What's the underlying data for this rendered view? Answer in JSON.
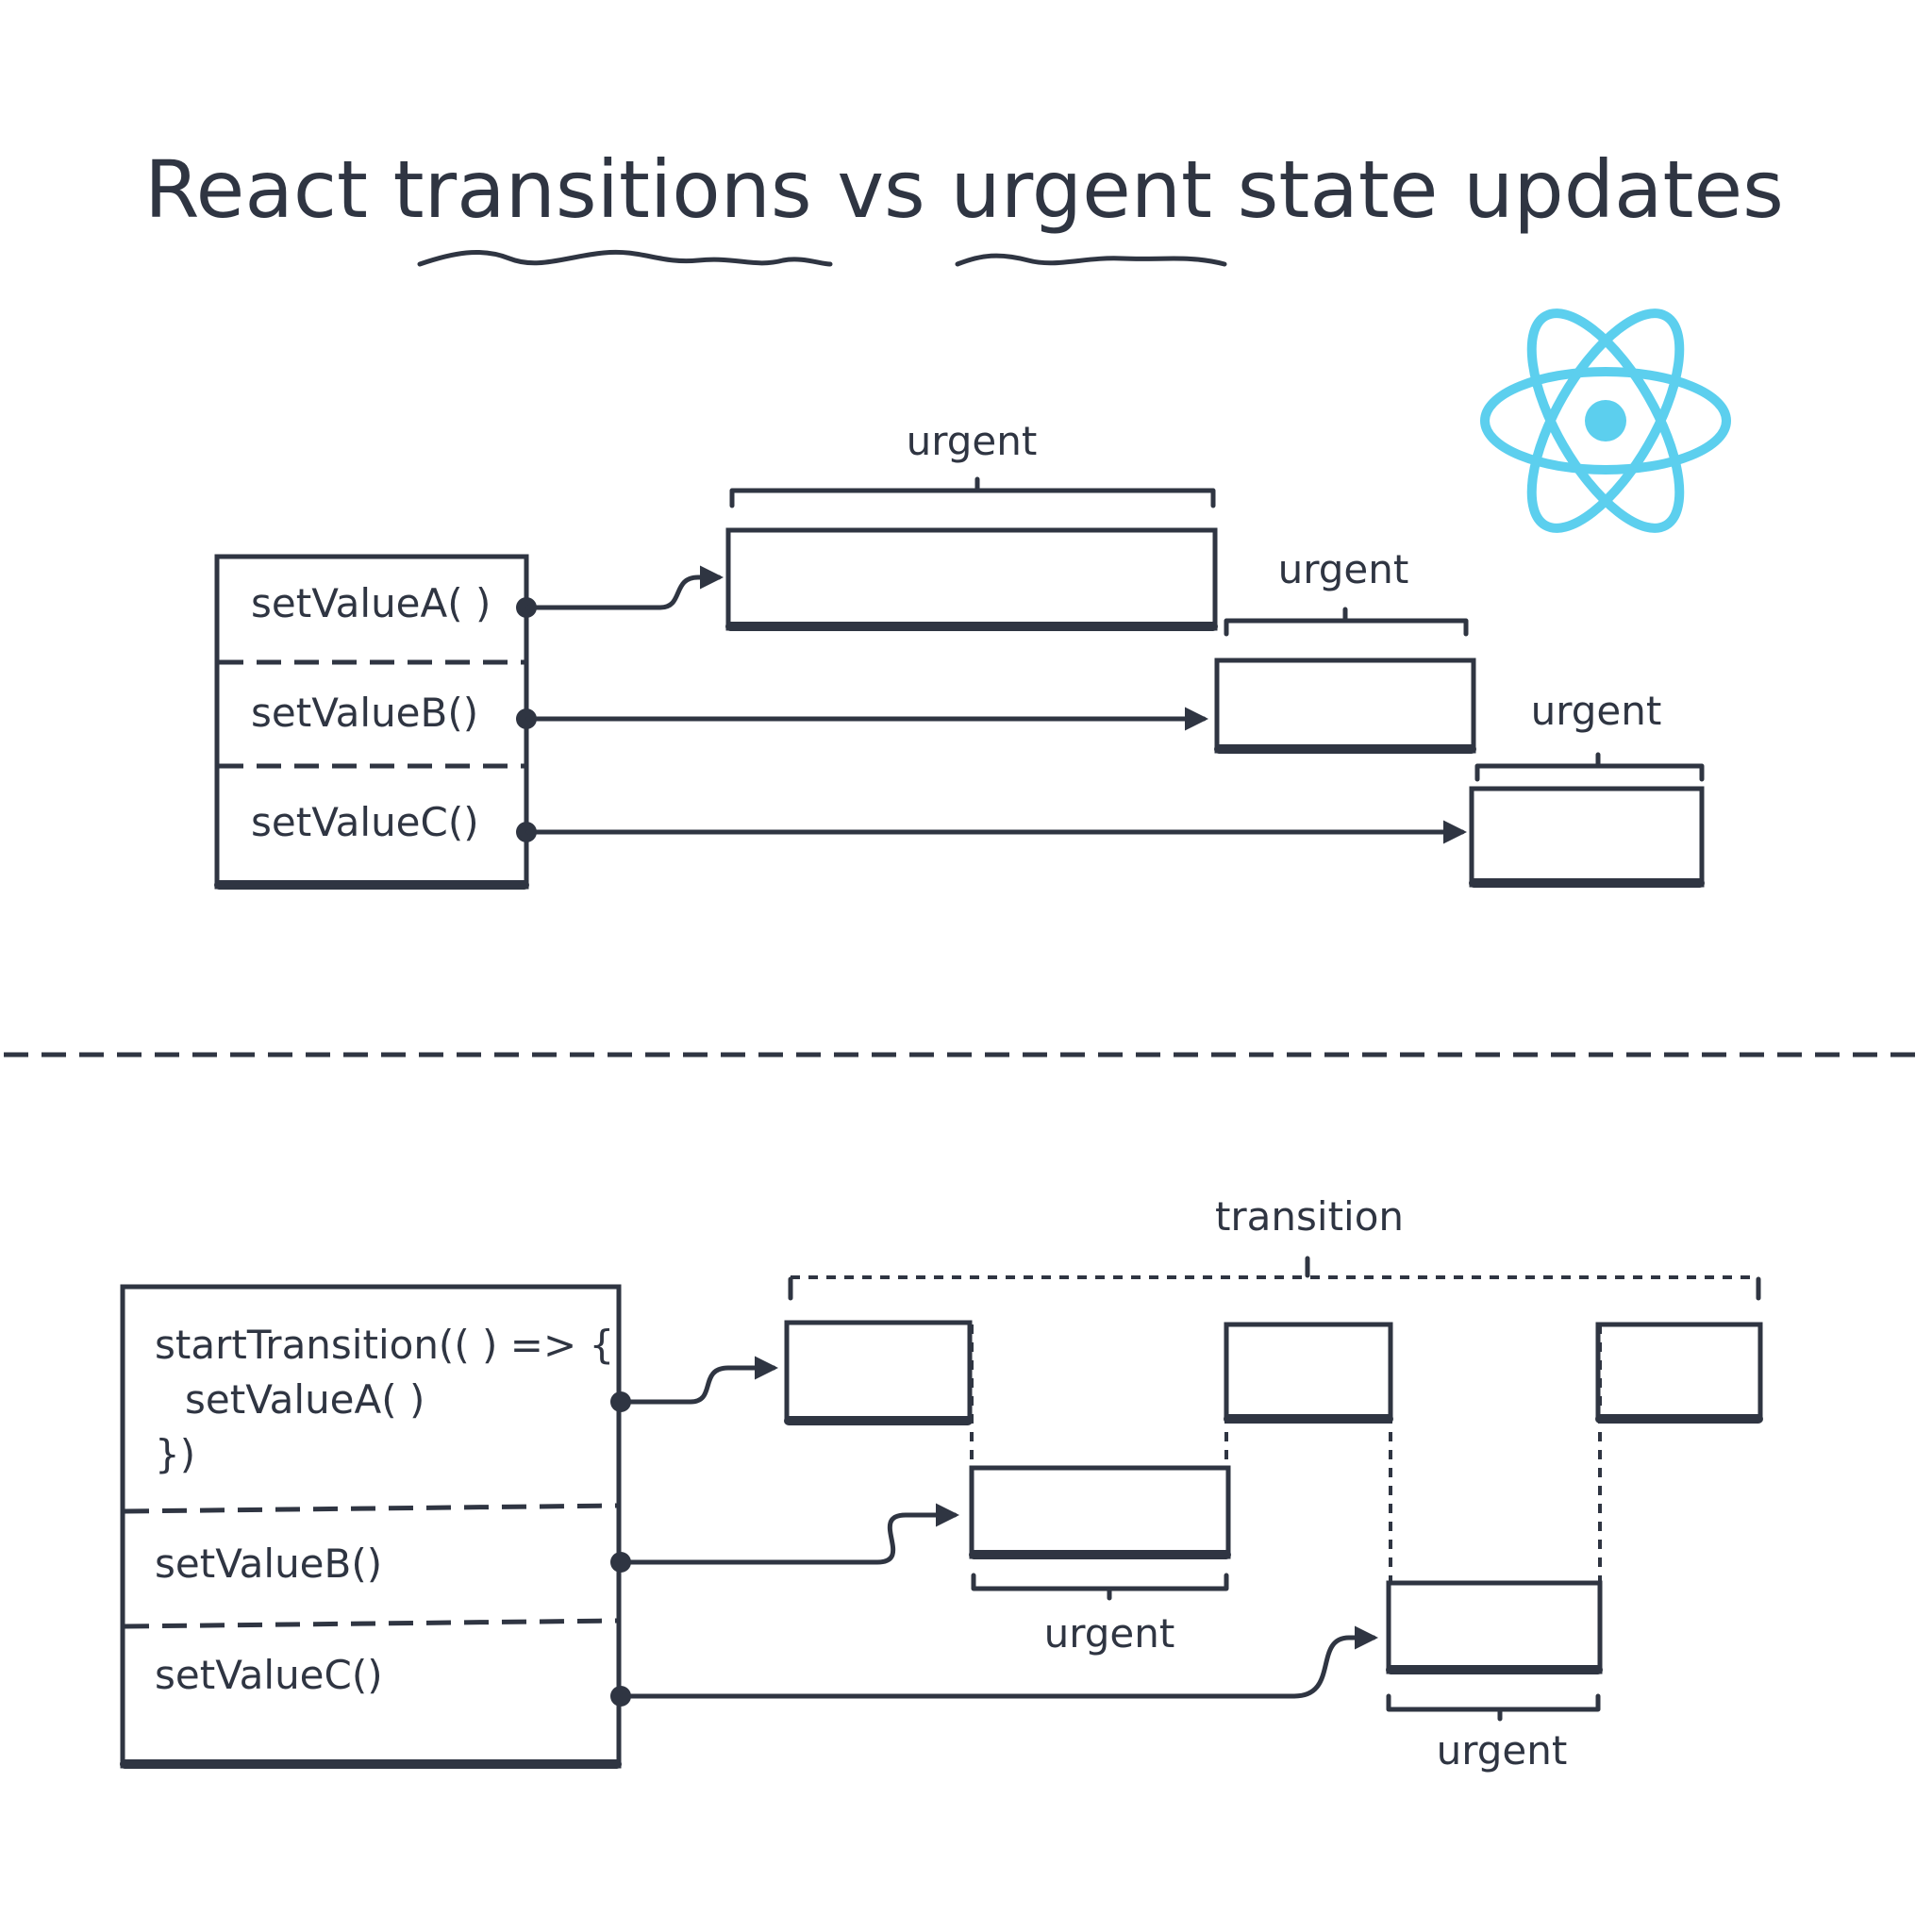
{
  "title": "React transitions vs urgent state updates",
  "colors": {
    "ink": "#2f3542",
    "react_logo": "#5ccfee",
    "background": "#ffffff"
  },
  "logo_icon": "react-atom-icon",
  "top_section": {
    "calls": [
      "setValueA( )",
      "setValueB()",
      "setValueC()"
    ],
    "labels": [
      "urgent",
      "urgent",
      "urgent"
    ]
  },
  "bottom_section": {
    "call_a": [
      "startTransition(( ) => {",
      "setValueA( )",
      "})"
    ],
    "call_b": "setValueB()",
    "call_c": "setValueC()",
    "transition_label": "transition",
    "urgent_labels": [
      "urgent",
      "urgent"
    ]
  }
}
